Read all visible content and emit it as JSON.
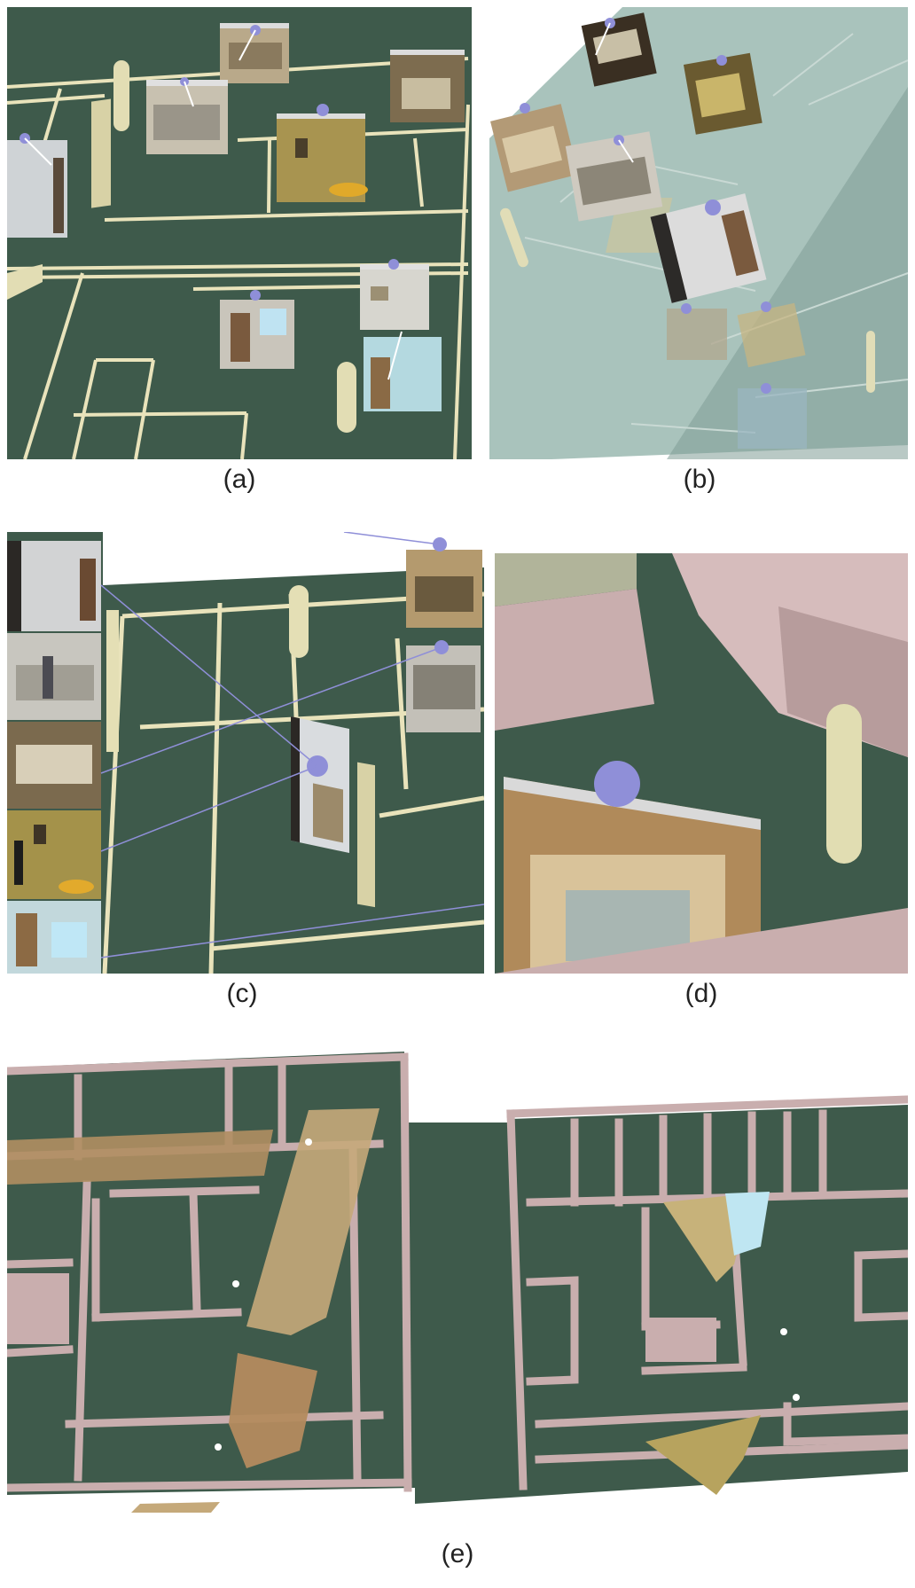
{
  "figure": {
    "panels": [
      {
        "id": "a",
        "label": "(a)"
      },
      {
        "id": "b",
        "label": "(b)"
      },
      {
        "id": "c",
        "label": "(c)"
      },
      {
        "id": "d",
        "label": "(d)"
      },
      {
        "id": "e",
        "label": "(e)"
      }
    ]
  },
  "colors": {
    "floor": "#3e5a4b",
    "wall_cream": "#e9e3bb",
    "wall_pink": "#c9aeae",
    "glass": "#a9c3bc",
    "marker": "#8f8fd8"
  }
}
